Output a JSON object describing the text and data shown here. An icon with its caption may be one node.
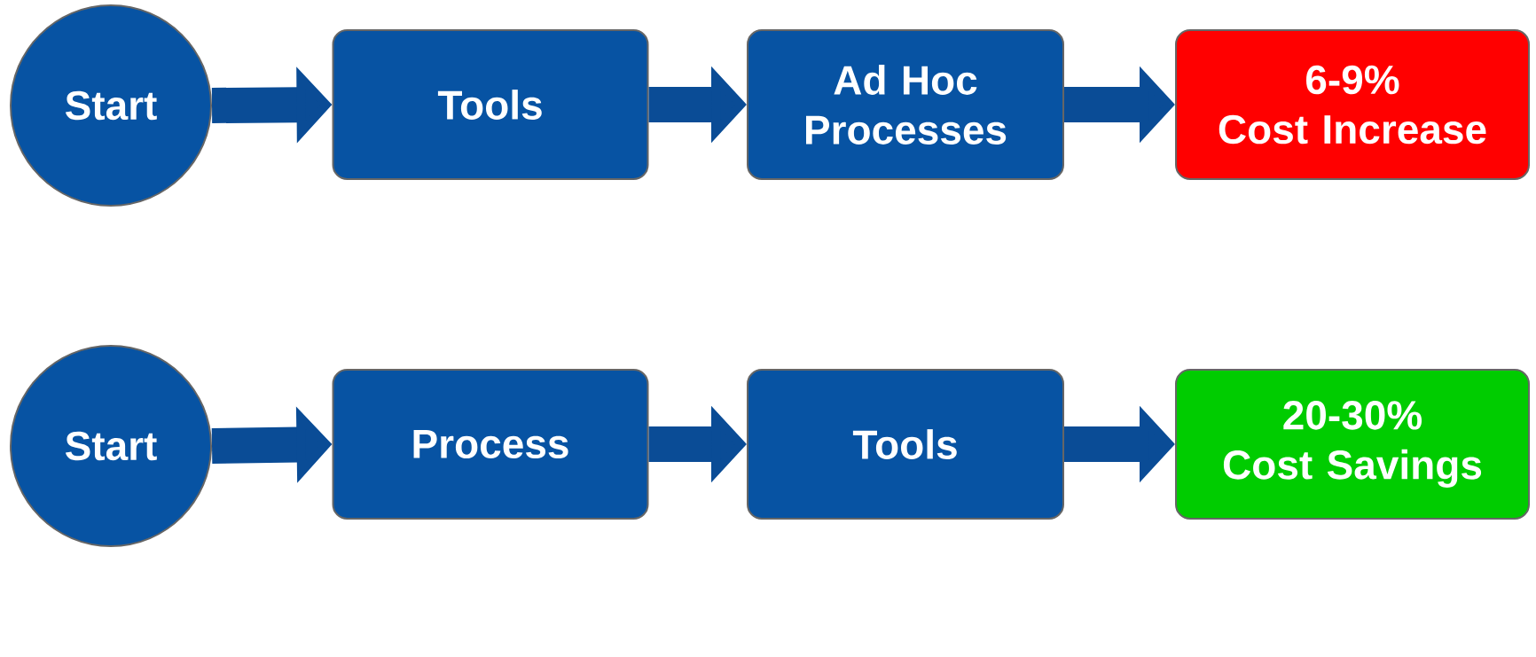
{
  "diagram": {
    "nodes": [
      {
        "text": [
          "Start"
        ]
      },
      {
        "text": [
          "Tools"
        ]
      },
      {
        "text": [
          "Ad Hoc Processes"
        ]
      },
      {
        "text": [
          "6-9%",
          "Cost Increase"
        ]
      },
      {
        "text": [
          "Start"
        ]
      },
      {
        "text": [
          "Process"
        ]
      },
      {
        "text": [
          "Tools"
        ]
      },
      {
        "text": [
          "20-30%",
          "Cost Savings"
        ]
      }
    ],
    "edges": [
      {
        "from": 0,
        "to": 1,
        "arrow": "to"
      },
      {
        "from": 1,
        "to": 2,
        "arrow": "to"
      },
      {
        "from": 2,
        "to": 3,
        "arrow": "to"
      },
      {
        "from": 4,
        "to": 5,
        "arrow": "to"
      },
      {
        "from": 5,
        "to": 6,
        "arrow": "to"
      },
      {
        "from": 6,
        "to": 7,
        "arrow": "to"
      }
    ]
  }
}
